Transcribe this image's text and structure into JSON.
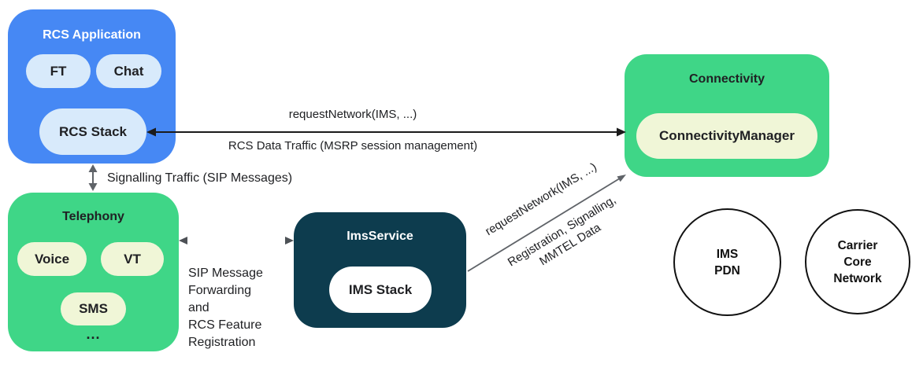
{
  "rcs_app": {
    "title": "RCS Application",
    "ft": "FT",
    "chat": "Chat",
    "stack": "RCS Stack"
  },
  "telephony": {
    "title": "Telephony",
    "voice": "Voice",
    "vt": "VT",
    "sms": "SMS",
    "more": "..."
  },
  "ims_service": {
    "title": "ImsService",
    "stack": "IMS Stack"
  },
  "connectivity": {
    "title": "Connectivity",
    "manager": "ConnectivityManager"
  },
  "ims_pdn": {
    "line1": "IMS",
    "line2": "PDN"
  },
  "carrier": {
    "line1": "Carrier",
    "line2": "Core",
    "line3": "Network"
  },
  "labels": {
    "request_network": "requestNetwork(IMS, ...)",
    "rcs_data_traffic": "RCS Data Traffic (MSRP session management)",
    "signalling_traffic": "Signalling Traffic (SIP Messages)",
    "sip_forwarding": [
      "SIP Message",
      "Forwarding",
      "and",
      "RCS Feature",
      "Registration"
    ],
    "request_network_diagonal": "requestNetwork(IMS, ...)",
    "registration_line1": "Registration, Signalling,",
    "registration_line2": "MMTEL Data"
  },
  "colors": {
    "rcs_app_blue": "#4688F4",
    "light_blue_pill": "#D8EAFB",
    "android_green": "#3FD687",
    "cream_pill": "#F0F6D7",
    "navy": "#0D3C4E",
    "arrow_black": "#1B1B1B",
    "arrow_gray": "#5F6368"
  }
}
